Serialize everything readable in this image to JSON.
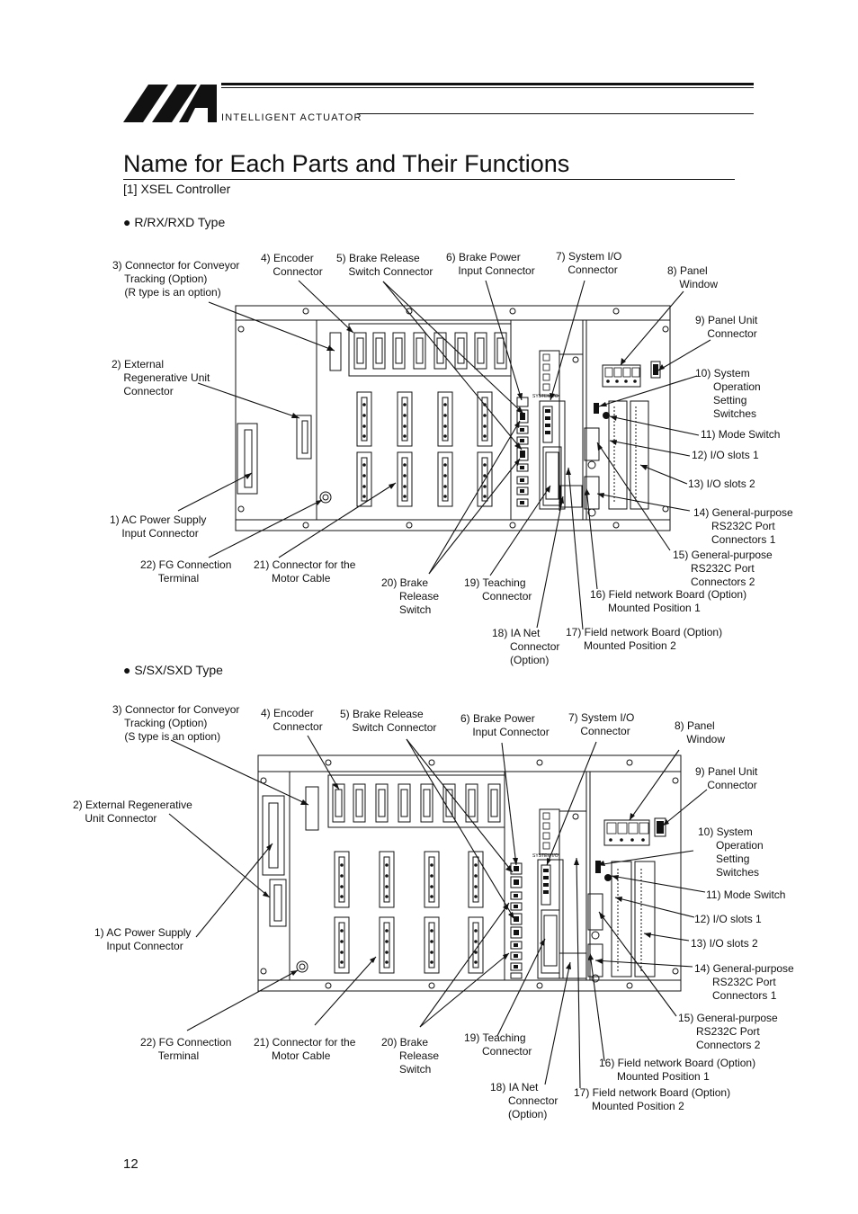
{
  "header": {
    "brand": "INTELLIGENT ACTUATOR"
  },
  "title": "Name for Each Parts and Their Functions",
  "subtitle": "[1]   XSEL Controller",
  "sections": [
    {
      "heading": "● R/RX/RXD Type",
      "labels": {
        "l1": "1) AC Power Supply\n    Input Connector",
        "l2": "2) External\n    Regenerative Unit\n    Connector",
        "l3": "3) Connector for Conveyor\n    Tracking (Option)\n    (R type is an option)",
        "l4": "4) Encoder\n    Connector",
        "l5": "5) Brake Release\n    Switch Connector",
        "l6": "6) Brake Power\n    Input Connector",
        "l7": "7) System I/O\n    Connector",
        "l8": "8) Panel\n    Window",
        "l9": "9) Panel Unit\n    Connector",
        "l10": "10) System\n      Operation\n      Setting\n      Switches",
        "l11": "11) Mode Switch",
        "l12": "12) I/O slots 1",
        "l13": "13) I/O slots 2",
        "l14": "14) General-purpose\n      RS232C Port\n      Connectors 1",
        "l15": "15) General-purpose\n      RS232C Port\n      Connectors 2",
        "l16": "16) Field network Board (Option)\n      Mounted Position 1",
        "l17": "17) Field network Board (Option)\n      Mounted Position 2",
        "l18": "18) IA Net\n      Connector\n      (Option)",
        "l19": "19) Teaching\n      Connector",
        "l20": "20) Brake\n      Release\n      Switch",
        "l21": "21) Connector for the\n      Motor Cable",
        "l22": "22) FG Connection\n      Terminal"
      }
    },
    {
      "heading": "● S/SX/SXD Type",
      "labels": {
        "l1": "1) AC Power Supply\n    Input Connector",
        "l2": "2) External Regenerative\n    Unit Connector",
        "l3": "3) Connector for Conveyor\n    Tracking (Option)\n    (S type is an option)",
        "l4": "4) Encoder\n    Connector",
        "l5": "5) Brake Release\n    Switch Connector",
        "l6": "6) Brake Power\n    Input Connector",
        "l7": "7) System I/O\n    Connector",
        "l8": "8) Panel\n    Window",
        "l9": "9) Panel Unit\n    Connector",
        "l10": "10) System\n      Operation\n      Setting\n      Switches",
        "l11": "11) Mode Switch",
        "l12": "12) I/O slots 1",
        "l13": "13) I/O slots 2",
        "l14": "14) General-purpose\n      RS232C Port\n      Connectors 1",
        "l15": "15) General-purpose\n      RS232C Port\n      Connectors 2",
        "l16": "16) Field network Board (Option)\n      Mounted Position 1",
        "l17": "17) Field network Board (Option)\n      Mounted Position 2",
        "l18": "18) IA Net\n      Connector\n      (Option)",
        "l19": "19) Teaching\n      Connector",
        "l20": "20) Brake\n      Release\n      Switch",
        "l21": "21) Connector for the\n      Motor Cable",
        "l22": "22) FG Connection\n      Terminal"
      }
    }
  ],
  "device_text": {
    "system_io": "SYSTEM I/O"
  },
  "page_number": "12"
}
